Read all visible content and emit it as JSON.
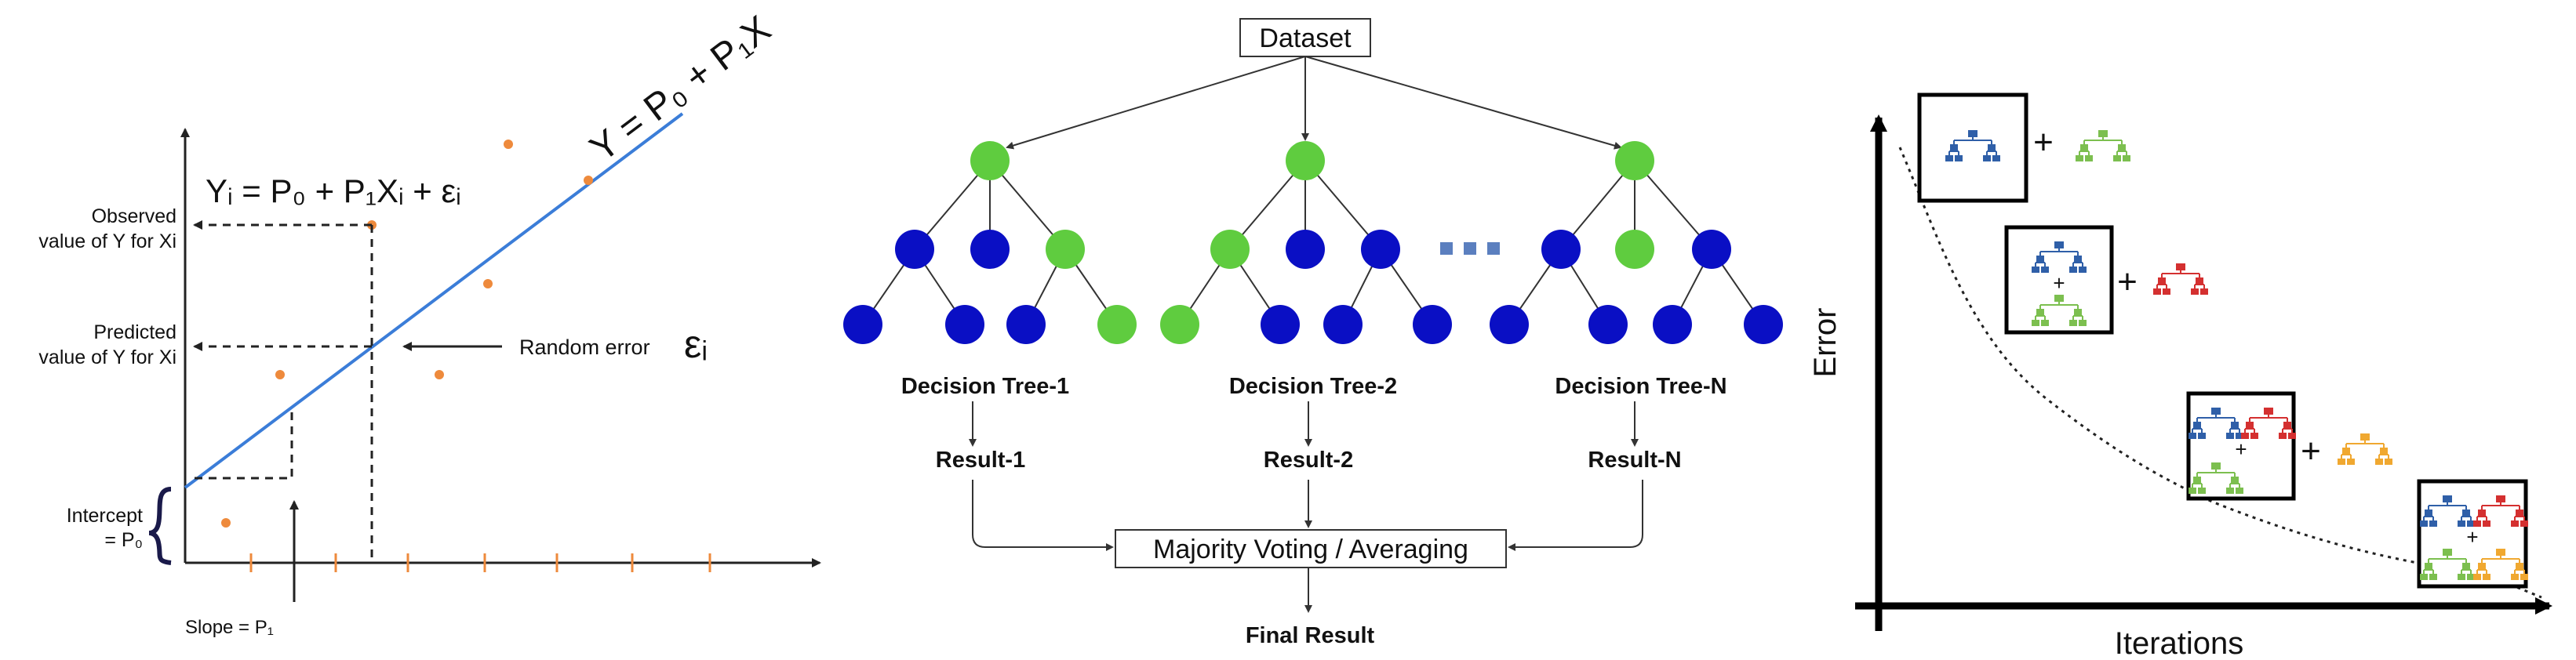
{
  "regression": {
    "equation_line": "Y = P₀ + P₁X",
    "equation_point": "Yᵢ = P₀ + P₁Xᵢ + εᵢ",
    "observed_line1": "Observed",
    "observed_line2": "value of Y for Xi",
    "predicted_line1": "Predicted",
    "predicted_line2": "value of Y for Xi",
    "random_error": "Random error",
    "epsilon": "εᵢ",
    "intercept_line1": "Intercept",
    "intercept_line2": "= P₀",
    "slope": "Slope = P₁",
    "colors": {
      "line": "#3b7dd8",
      "points": "#ee8a3c",
      "axis": "#222222"
    }
  },
  "random_forest": {
    "dataset": "Dataset",
    "trees": [
      {
        "label": "Decision Tree-1",
        "result": "Result-1"
      },
      {
        "label": "Decision Tree-2",
        "result": "Result-2"
      },
      {
        "label": "Decision Tree-N",
        "result": "Result-N"
      }
    ],
    "aggregate": "Majority Voting / Averaging",
    "final": "Final Result",
    "colors": {
      "green": "#5fcc3f",
      "blue": "#0a0fc4",
      "ellipsis": "#5b7fbf"
    }
  },
  "boosting": {
    "ylabel": "Error",
    "xlabel": "Iterations",
    "plus": "+",
    "colors": {
      "blue": "#2f5fa8",
      "green": "#7cbf4f",
      "red": "#d43030",
      "orange": "#f0a830"
    }
  }
}
